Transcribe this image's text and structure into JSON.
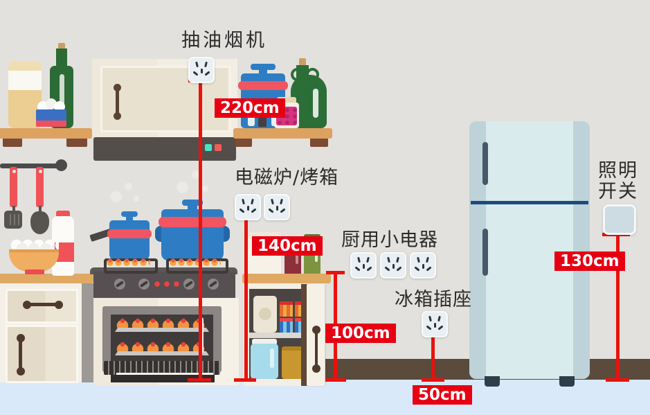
{
  "annotations": {
    "range_hood": {
      "label": "抽油烟机",
      "height": "220cm",
      "sockets": 1
    },
    "cooktop_oven": {
      "label": "电磁炉/烤箱",
      "height": "140cm",
      "sockets": 2
    },
    "small_appliances": {
      "label": "厨用小电器",
      "height": "100cm",
      "sockets": 3
    },
    "fridge": {
      "label": "冰箱插座",
      "height": "50cm",
      "sockets": 1
    },
    "light_switch": {
      "label": "照明开关",
      "label_line1": "照明",
      "label_line2": "开关",
      "height": "130cm"
    }
  },
  "colors": {
    "wall": "#e3e1dd",
    "floor": "#d9e9fa",
    "baseboard": "#5a4b3d",
    "accent_red": "#e8120e",
    "badge_red": "#e60012",
    "badge_text": "#ffffff",
    "label_text": "#2b2b2b",
    "socket_face": "#e9eff2",
    "socket_slot": "#273640",
    "fridge_body": "#d9ebec",
    "fridge_edge": "#bed3d9",
    "fridge_divider": "#1b4b7e",
    "wood_shelf": "#dda25f",
    "counter": "#dfa963",
    "cabinet_cream": "#f3eee3",
    "hood_dark": "#534e49",
    "stove_dark": "#565052",
    "pot_blue": "#2e7dc4",
    "pot_band_red": "#f15561"
  }
}
